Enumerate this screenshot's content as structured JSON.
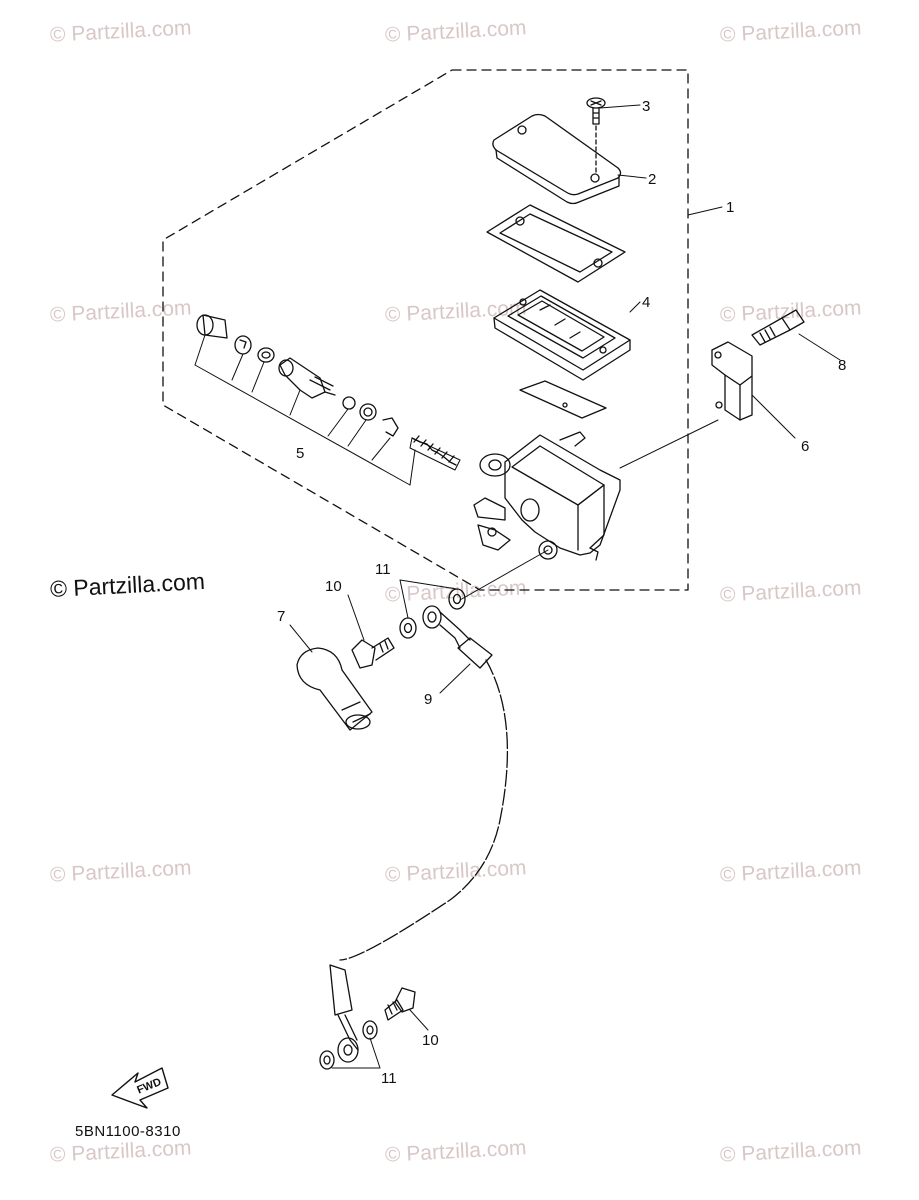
{
  "watermark": "© Partzilla.com",
  "watermark_copyright": "© Partzilla.com",
  "diagram_code": "5BN1100-8310",
  "fwd_label": "FWD",
  "callouts": {
    "c1": "1",
    "c2": "2",
    "c3": "3",
    "c4": "4",
    "c5": "5",
    "c6": "6",
    "c7": "7",
    "c8": "8",
    "c9": "9",
    "c10a": "10",
    "c10b": "10",
    "c11a": "11",
    "c11b": "11"
  }
}
